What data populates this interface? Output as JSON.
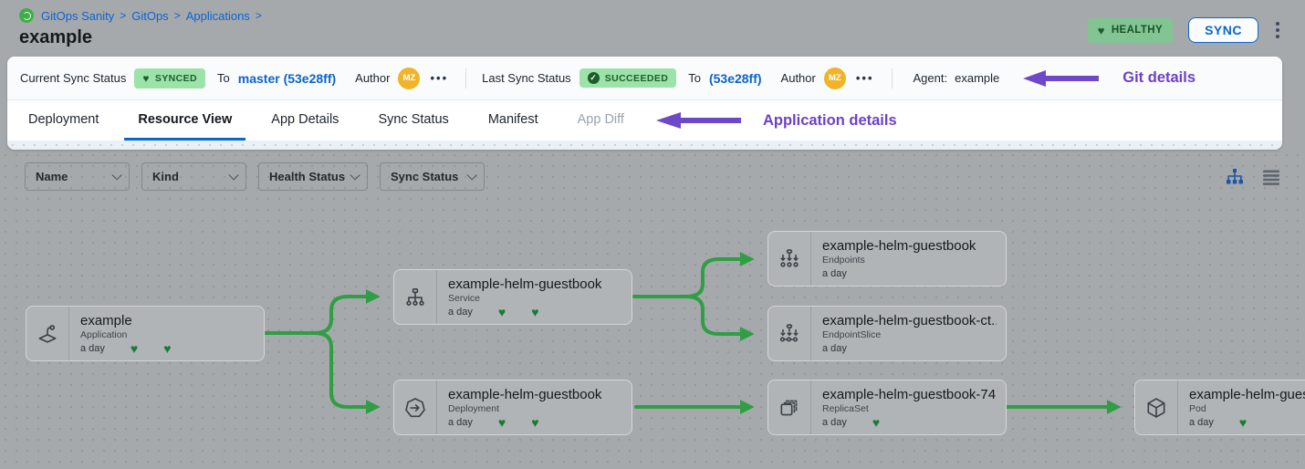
{
  "breadcrumb": {
    "items": [
      "GitOps Sanity",
      "GitOps",
      "Applications"
    ],
    "separator": ">"
  },
  "page_title": "example",
  "header_actions": {
    "health_badge": "HEALTHY",
    "sync_button": "SYNC"
  },
  "sync_bar": {
    "current": {
      "label": "Current Sync Status",
      "badge": "SYNCED",
      "to_label": "To",
      "target": "master (53e28ff)",
      "author_label": "Author",
      "author_initials": "MZ"
    },
    "last": {
      "label": "Last Sync Status",
      "badge": "SUCCEEDED",
      "to_label": "To",
      "target": "(53e28ff)",
      "author_label": "Author",
      "author_initials": "MZ"
    },
    "agent": {
      "label": "Agent:",
      "value": "example"
    },
    "annotation": "Git details"
  },
  "tabs": {
    "items": [
      {
        "label": "Deployment",
        "state": "default"
      },
      {
        "label": "Resource View",
        "state": "active"
      },
      {
        "label": "App Details",
        "state": "default"
      },
      {
        "label": "Sync Status",
        "state": "default"
      },
      {
        "label": "Manifest",
        "state": "default"
      },
      {
        "label": "App Diff",
        "state": "disabled"
      }
    ],
    "annotation": "Application details"
  },
  "filters": [
    "Name",
    "Kind",
    "Health Status",
    "Sync Status"
  ],
  "nodes": [
    {
      "title": "example",
      "kind": "Application",
      "age": "a day",
      "hearts": 2
    },
    {
      "title": "example-helm-guestbook",
      "kind": "Service",
      "age": "a day",
      "hearts": 2
    },
    {
      "title": "example-helm-guestbook",
      "kind": "Endpoints",
      "age": "a day",
      "hearts": 0
    },
    {
      "title": "example-helm-guestbook-ct...",
      "kind": "EndpointSlice",
      "age": "a day",
      "hearts": 0
    },
    {
      "title": "example-helm-guestbook",
      "kind": "Deployment",
      "age": "a day",
      "hearts": 2
    },
    {
      "title": "example-helm-guestbook-74...",
      "kind": "ReplicaSet",
      "age": "a day",
      "hearts": 1
    },
    {
      "title": "example-helm-guest",
      "kind": "Pod",
      "age": "a day",
      "hearts": 1
    }
  ],
  "icons": {
    "heart": "♥",
    "check": "✓",
    "ellipsis": "•••"
  },
  "colors": {
    "accent_blue": "#0a66d0",
    "connector_green": "#2f9e44",
    "badge_green_bg": "#9be3a8",
    "badge_green_text": "#1b5e2a",
    "healthy_badge_bg": "#82c492",
    "annotation_purple": "#6d40c8",
    "avatar_amber": "#f0b429",
    "heart_green": "#177d33",
    "canvas_gray": "#a6a9ac"
  }
}
